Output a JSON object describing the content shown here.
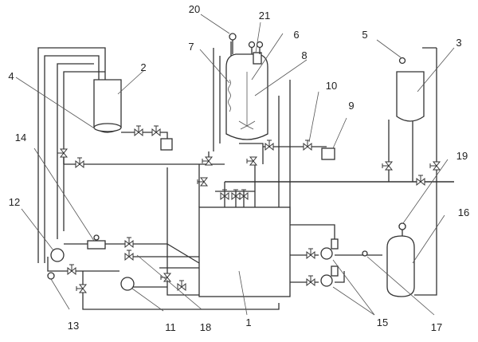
{
  "labels": {
    "c1": "1",
    "c2": "2",
    "c3": "3",
    "c4": "4",
    "c5": "5",
    "c6": "6",
    "c7": "7",
    "c8": "8",
    "c9": "9",
    "c10": "10",
    "c11": "11",
    "c12": "12",
    "c13": "13",
    "c14": "14",
    "c15": "15",
    "c16": "16",
    "c17": "17",
    "c18": "18",
    "c19": "19",
    "c20": "20",
    "c21": "21"
  }
}
